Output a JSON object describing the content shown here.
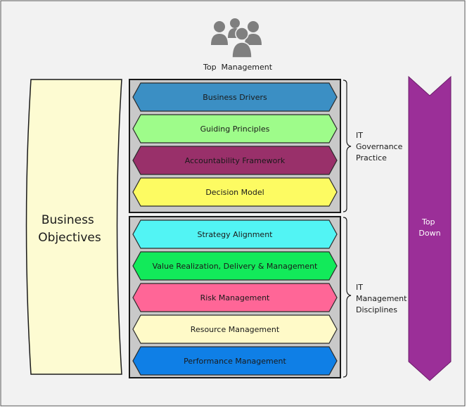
{
  "top_label": "Top  Management",
  "business_objectives": [
    "Business",
    "Objectives"
  ],
  "governance": {
    "label": [
      "IT",
      "Governance",
      "Practice"
    ],
    "items": [
      {
        "label": "Business Drivers",
        "color": "#3b8fc4"
      },
      {
        "label": "Guiding Principles",
        "color": "#9efc8a"
      },
      {
        "label": "Accountability Framework",
        "color": "#99306a"
      },
      {
        "label": "Decision Model",
        "color": "#fdfb62"
      }
    ]
  },
  "management": {
    "label": [
      "IT",
      "Management",
      "Disciplines"
    ],
    "items": [
      {
        "label": "Strategy Alignment",
        "color": "#52f4f4"
      },
      {
        "label": "Value Realization, Delivery & Management",
        "color": "#12ea5a"
      },
      {
        "label": "Risk Management",
        "color": "#ff6697"
      },
      {
        "label": "Resource Management",
        "color": "#fffac8"
      },
      {
        "label": "Performance Management",
        "color": "#0f7fe6"
      }
    ]
  },
  "top_down": [
    "Top",
    "Down"
  ],
  "colors": {
    "background": "#f2f2f2",
    "objectives_fill": "#fdfbd2",
    "arrow_fill": "#9b2f98",
    "people_icon": "#7f7f7f"
  }
}
